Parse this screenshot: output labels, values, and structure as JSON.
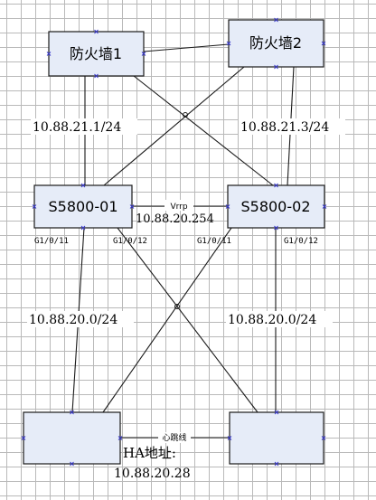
{
  "nodes": {
    "fw1": "防火墙1",
    "fw2": "防火墙2",
    "sw1": "S5800-01",
    "sw2": "S5800-02",
    "srv1": "",
    "srv2": ""
  },
  "networks": {
    "fw1_uplink": "10.88.21.1/24",
    "fw2_uplink": "10.88.21.3/24",
    "sw1_downlink": "10.88.20.0/24",
    "sw2_downlink": "10.88.20.0/24"
  },
  "vrrp": {
    "label": "Vrrp",
    "address": "10.88.20.254"
  },
  "ports": {
    "sw1_left": "G1/0/11",
    "sw1_right": "G1/0/12",
    "sw2_left": "G1/0/11",
    "sw2_right": "G1/0/12"
  },
  "heartbeat": {
    "label": "心跳线"
  },
  "ha": {
    "label": "HA地址:",
    "address": "10.88.20.28"
  },
  "colors": {
    "node_fill": "#e6ecf8",
    "grid": "#b9b9b9",
    "handle": "#3a3acc"
  }
}
